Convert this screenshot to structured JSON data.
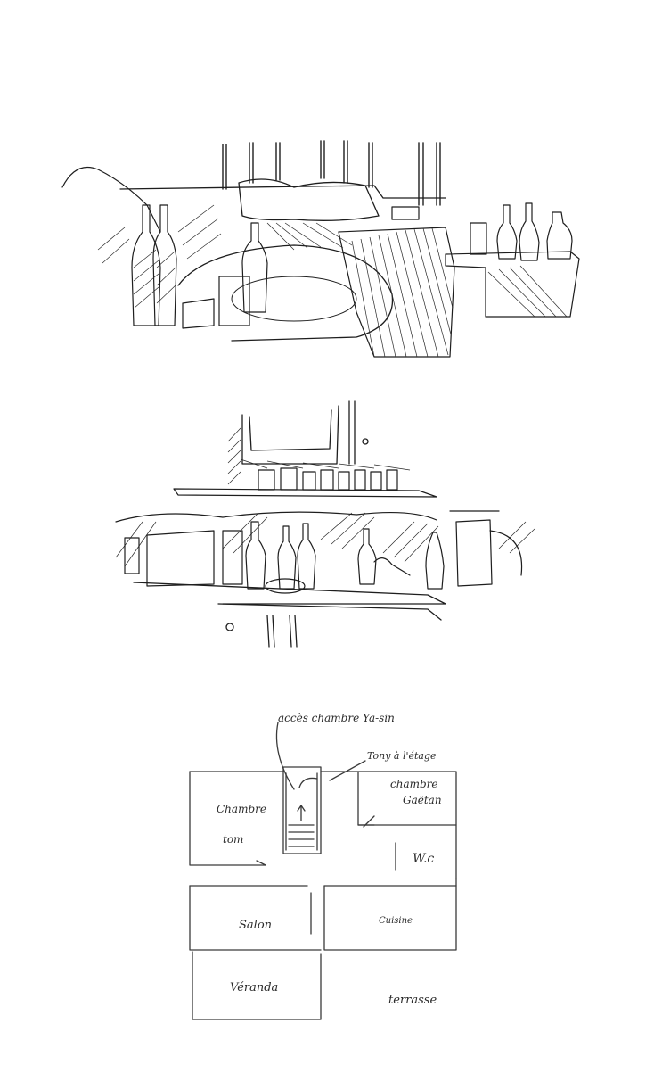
{
  "floor_plan": {
    "labels": {
      "acces_chambre": "accès chambre Ya-sin",
      "tony_etage": "Tony à l'étage",
      "chambre_gaetan_1": "chambre",
      "chambre_gaetan_2": "Gaëtan",
      "chambre_tom_1": "Chambre",
      "chambre_tom_2": "tom",
      "wc": "W.c",
      "salon": "Salon",
      "cuisine": "Cuisine",
      "veranda": "Véranda",
      "terrasse": "terrasse"
    }
  }
}
